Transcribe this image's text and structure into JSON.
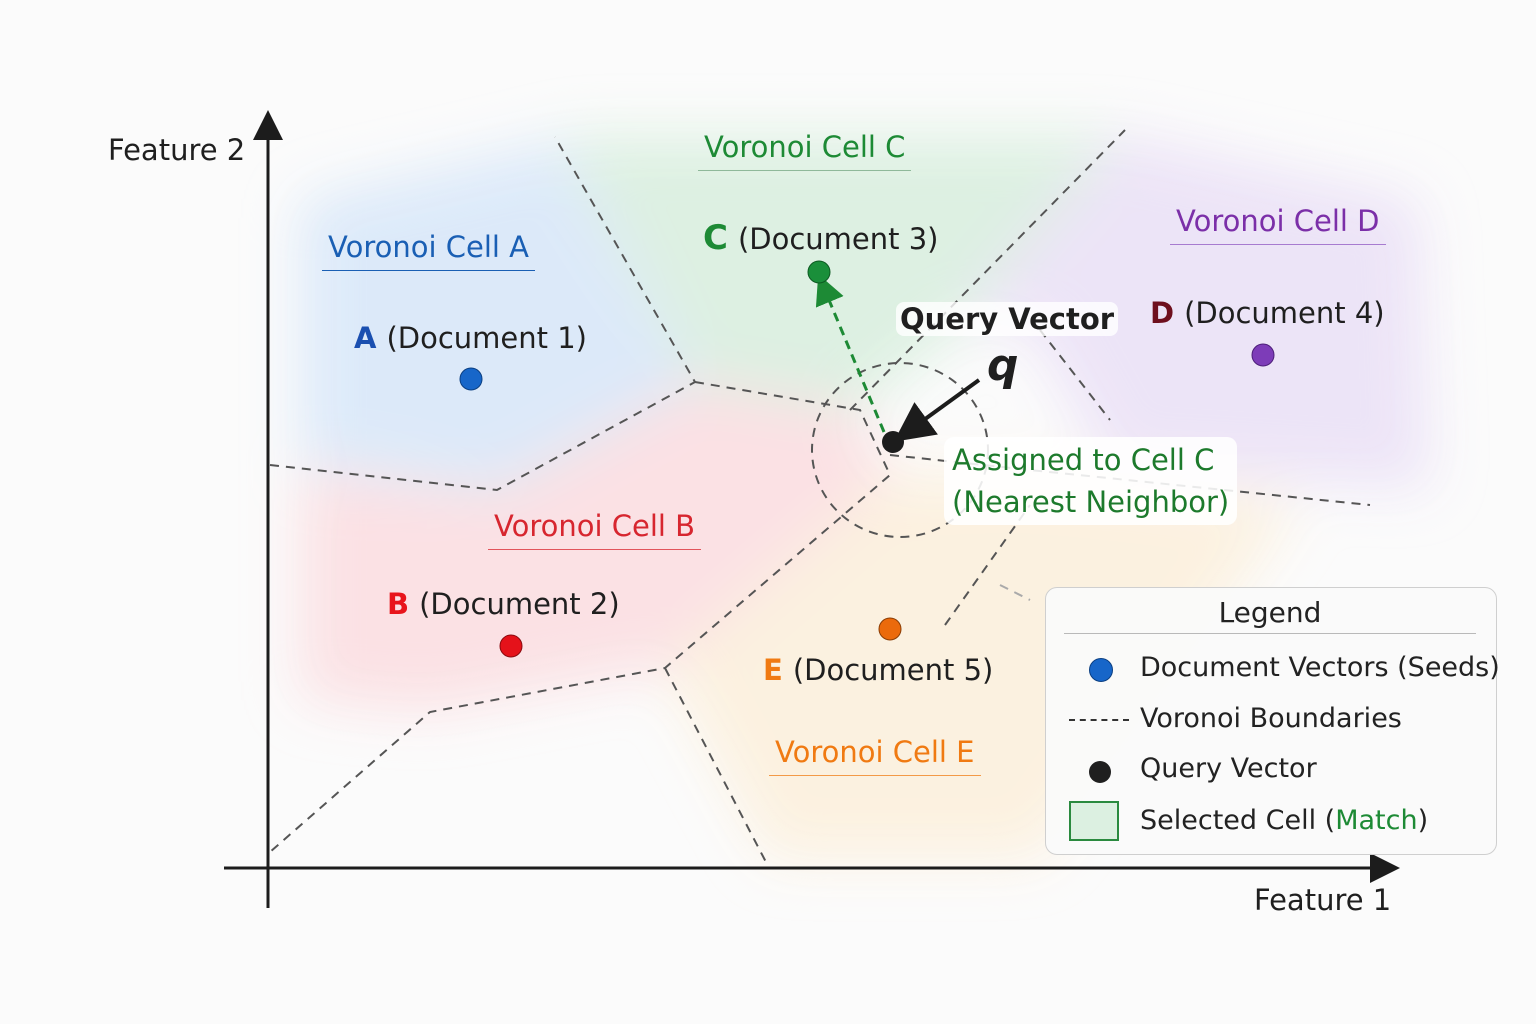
{
  "axes": {
    "x_label": "Feature 1",
    "y_label": "Feature 2"
  },
  "cells": [
    {
      "id": "A",
      "title": "Voronoi Cell A",
      "color": "#1a5fb4",
      "fill": "#dbe9f9"
    },
    {
      "id": "B",
      "title": "Voronoi Cell B",
      "color": "#d7262f",
      "fill": "#fbe0e3"
    },
    {
      "id": "C",
      "title": "Voronoi Cell C",
      "color": "#1d8a35",
      "fill": "#dcf0e1"
    },
    {
      "id": "D",
      "title": "Voronoi Cell D",
      "color": "#7b2fa8",
      "fill": "#ece3f7"
    },
    {
      "id": "E",
      "title": "Voronoi Cell E",
      "color": "#f07a12",
      "fill": "#fcf1df"
    }
  ],
  "seeds": [
    {
      "letter": "A",
      "document": "(Document 1)",
      "letter_color": "#1a4fb0",
      "dot_color": "#1766c9"
    },
    {
      "letter": "B",
      "document": "(Document 2)",
      "letter_color": "#e8151c",
      "dot_color": "#e5121a"
    },
    {
      "letter": "C",
      "document": "(Document 3)",
      "letter_color": "#1d8a35",
      "dot_color": "#1a8f3a"
    },
    {
      "letter": "D",
      "document": "(Document 4)",
      "letter_color": "#6e0f1e",
      "dot_color": "#7d3cb8"
    },
    {
      "letter": "E",
      "document": "(Document 5)",
      "letter_color": "#f07a12",
      "dot_color": "#eb6a0c"
    }
  ],
  "query": {
    "title": "Query Vector",
    "symbol": "q",
    "assigned_line1": "Assigned to Cell C",
    "assigned_line2": "(Nearest Neighbor)",
    "assigned_color": "#1d7a2c"
  },
  "legend": {
    "title": "Legend",
    "items": [
      {
        "label": "Document Vectors (Seeds)",
        "marker": "blue-dot"
      },
      {
        "label": "Voronoi Boundaries",
        "marker": "dashed-line"
      },
      {
        "label": "Query Vector",
        "marker": "black-dot"
      },
      {
        "label_prefix": "Selected Cell (",
        "label_highlight": "Match",
        "label_suffix": ")",
        "marker": "green-square"
      }
    ]
  }
}
